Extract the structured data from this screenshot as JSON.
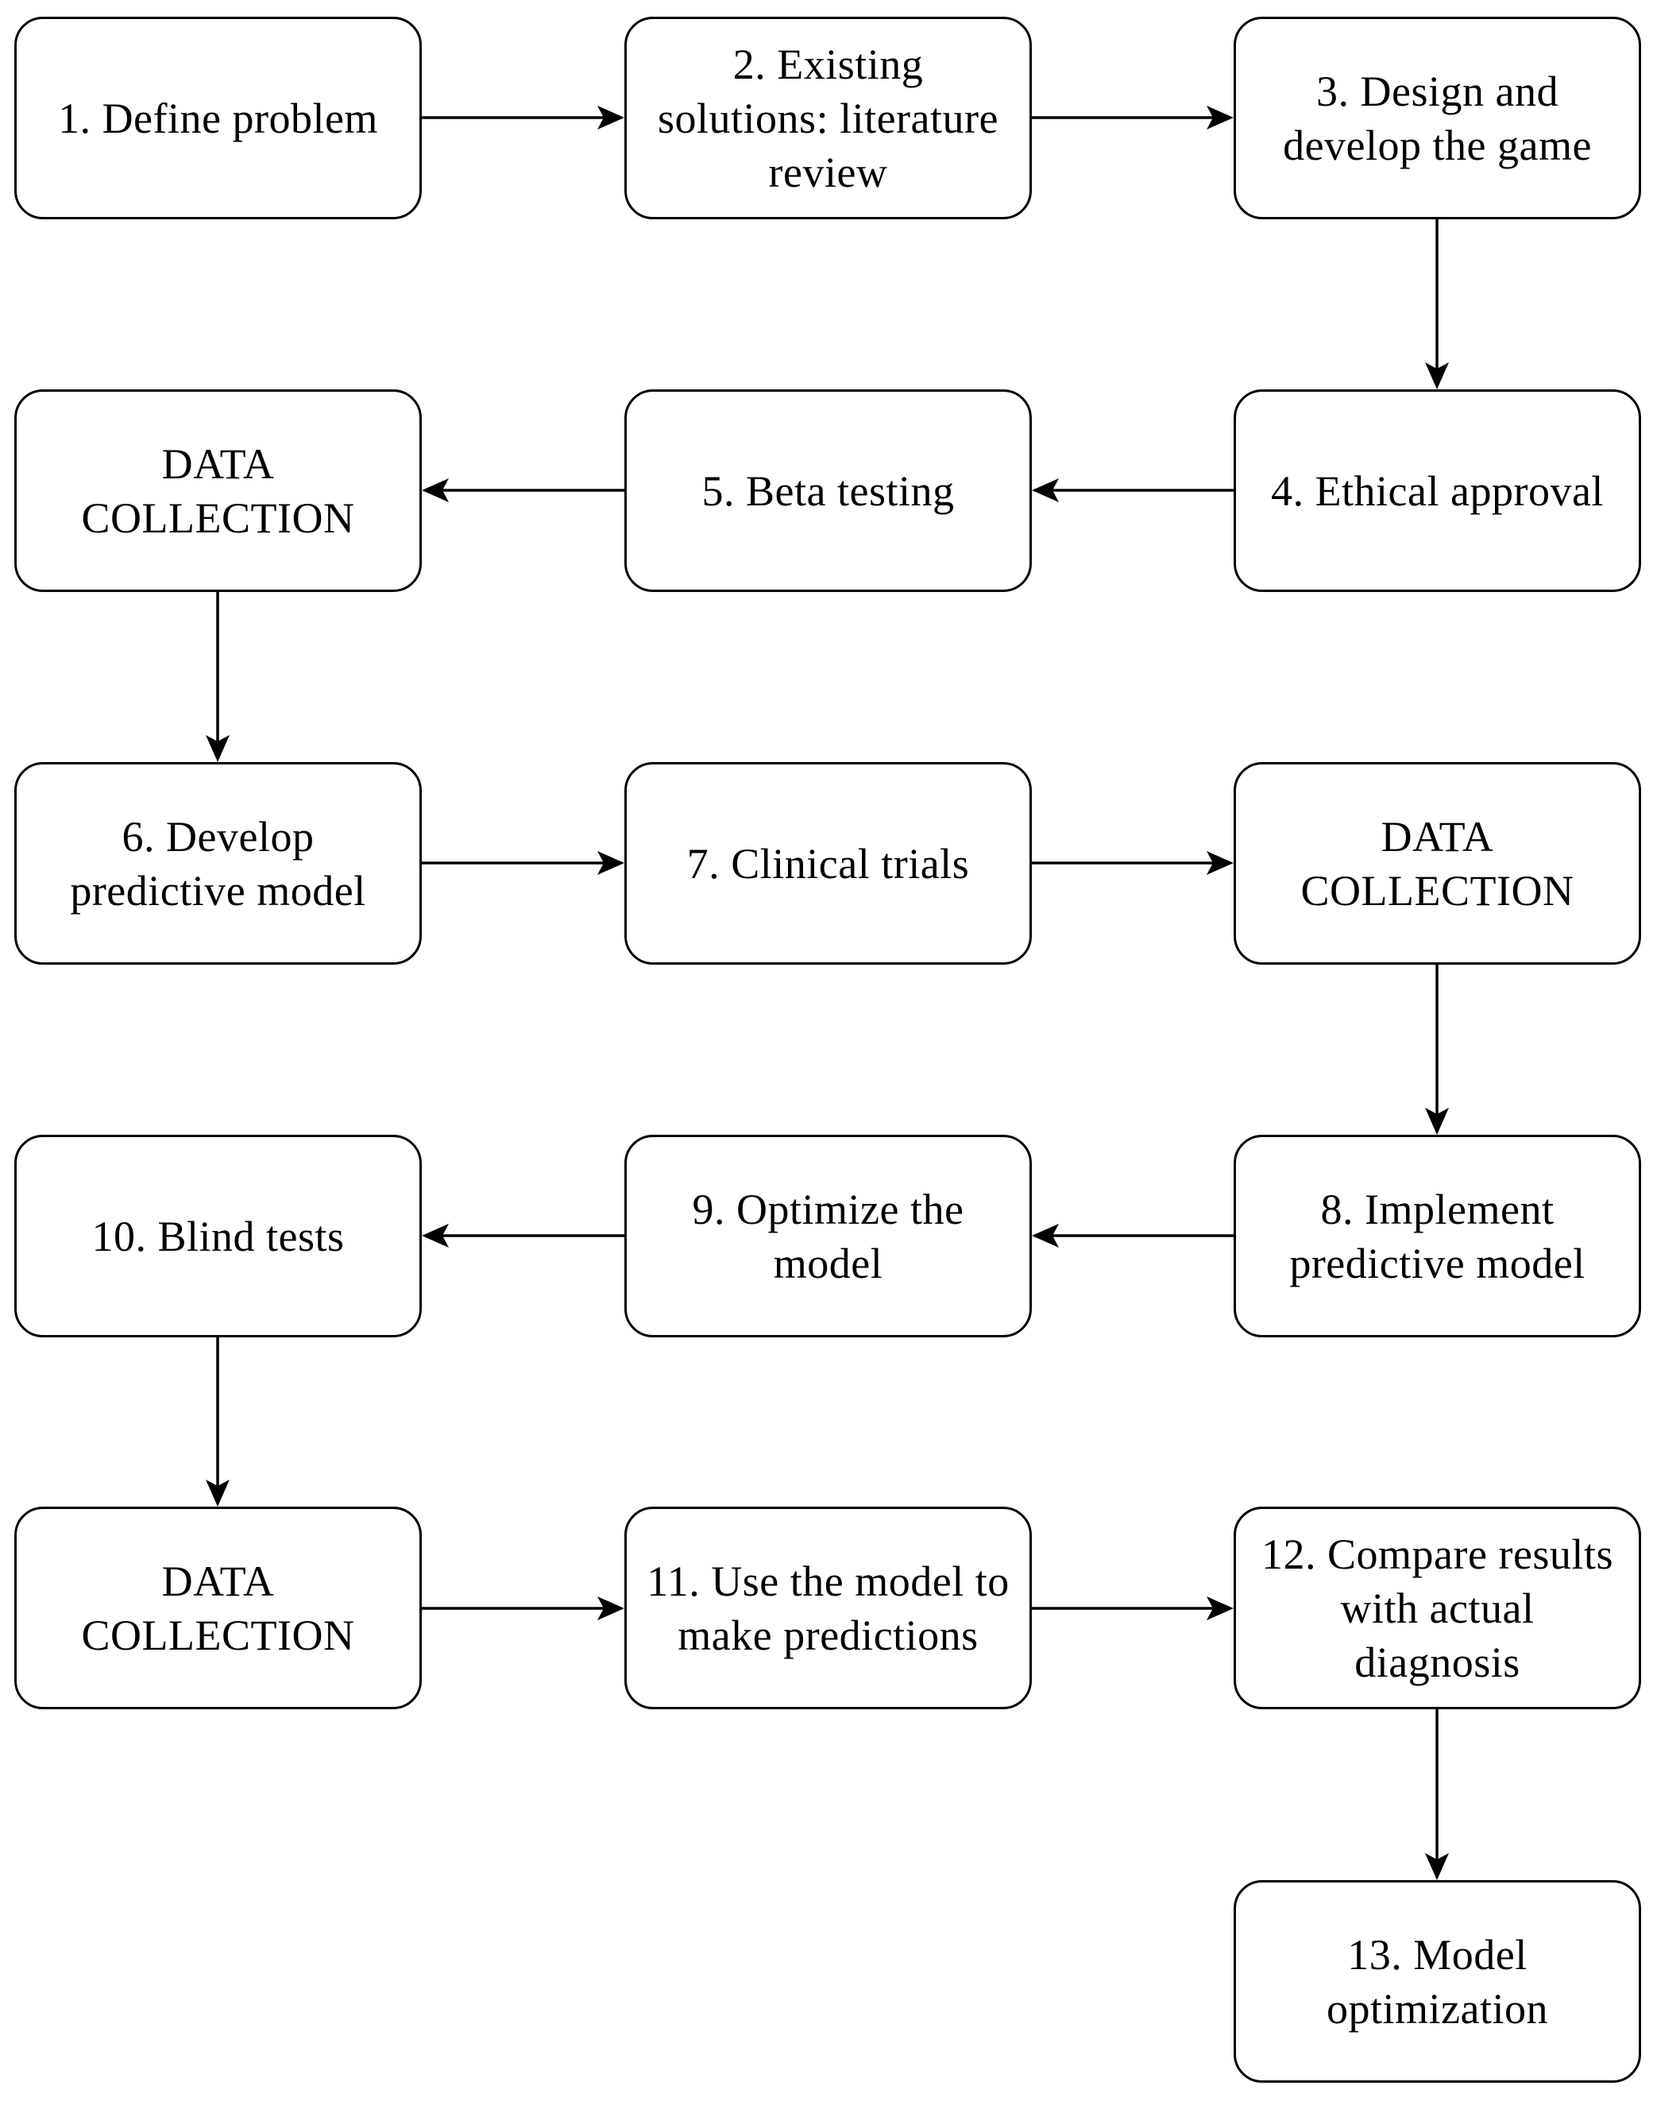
{
  "nodes": {
    "n1": "1. Define problem",
    "n2": "2. Existing\nsolutions: literature\nreview",
    "n3": "3. Design and\ndevelop the game",
    "n4": "4. Ethical approval",
    "n5": "5. Beta testing",
    "dc1": "DATA\nCOLLECTION",
    "n6": "6. Develop\npredictive model",
    "n7": "7. Clinical trials",
    "dc2": "DATA\nCOLLECTION",
    "n8": "8. Implement\npredictive model",
    "n9": "9. Optimize the\nmodel",
    "n10": "10. Blind tests",
    "dc3": "DATA\nCOLLECTION",
    "n11": "11. Use the model to\nmake predictions",
    "n12": "12. Compare results\nwith actual\ndiagnosis",
    "n13": "13. Model\noptimization"
  },
  "colors": {
    "stroke": "#000000",
    "background": "#ffffff"
  }
}
